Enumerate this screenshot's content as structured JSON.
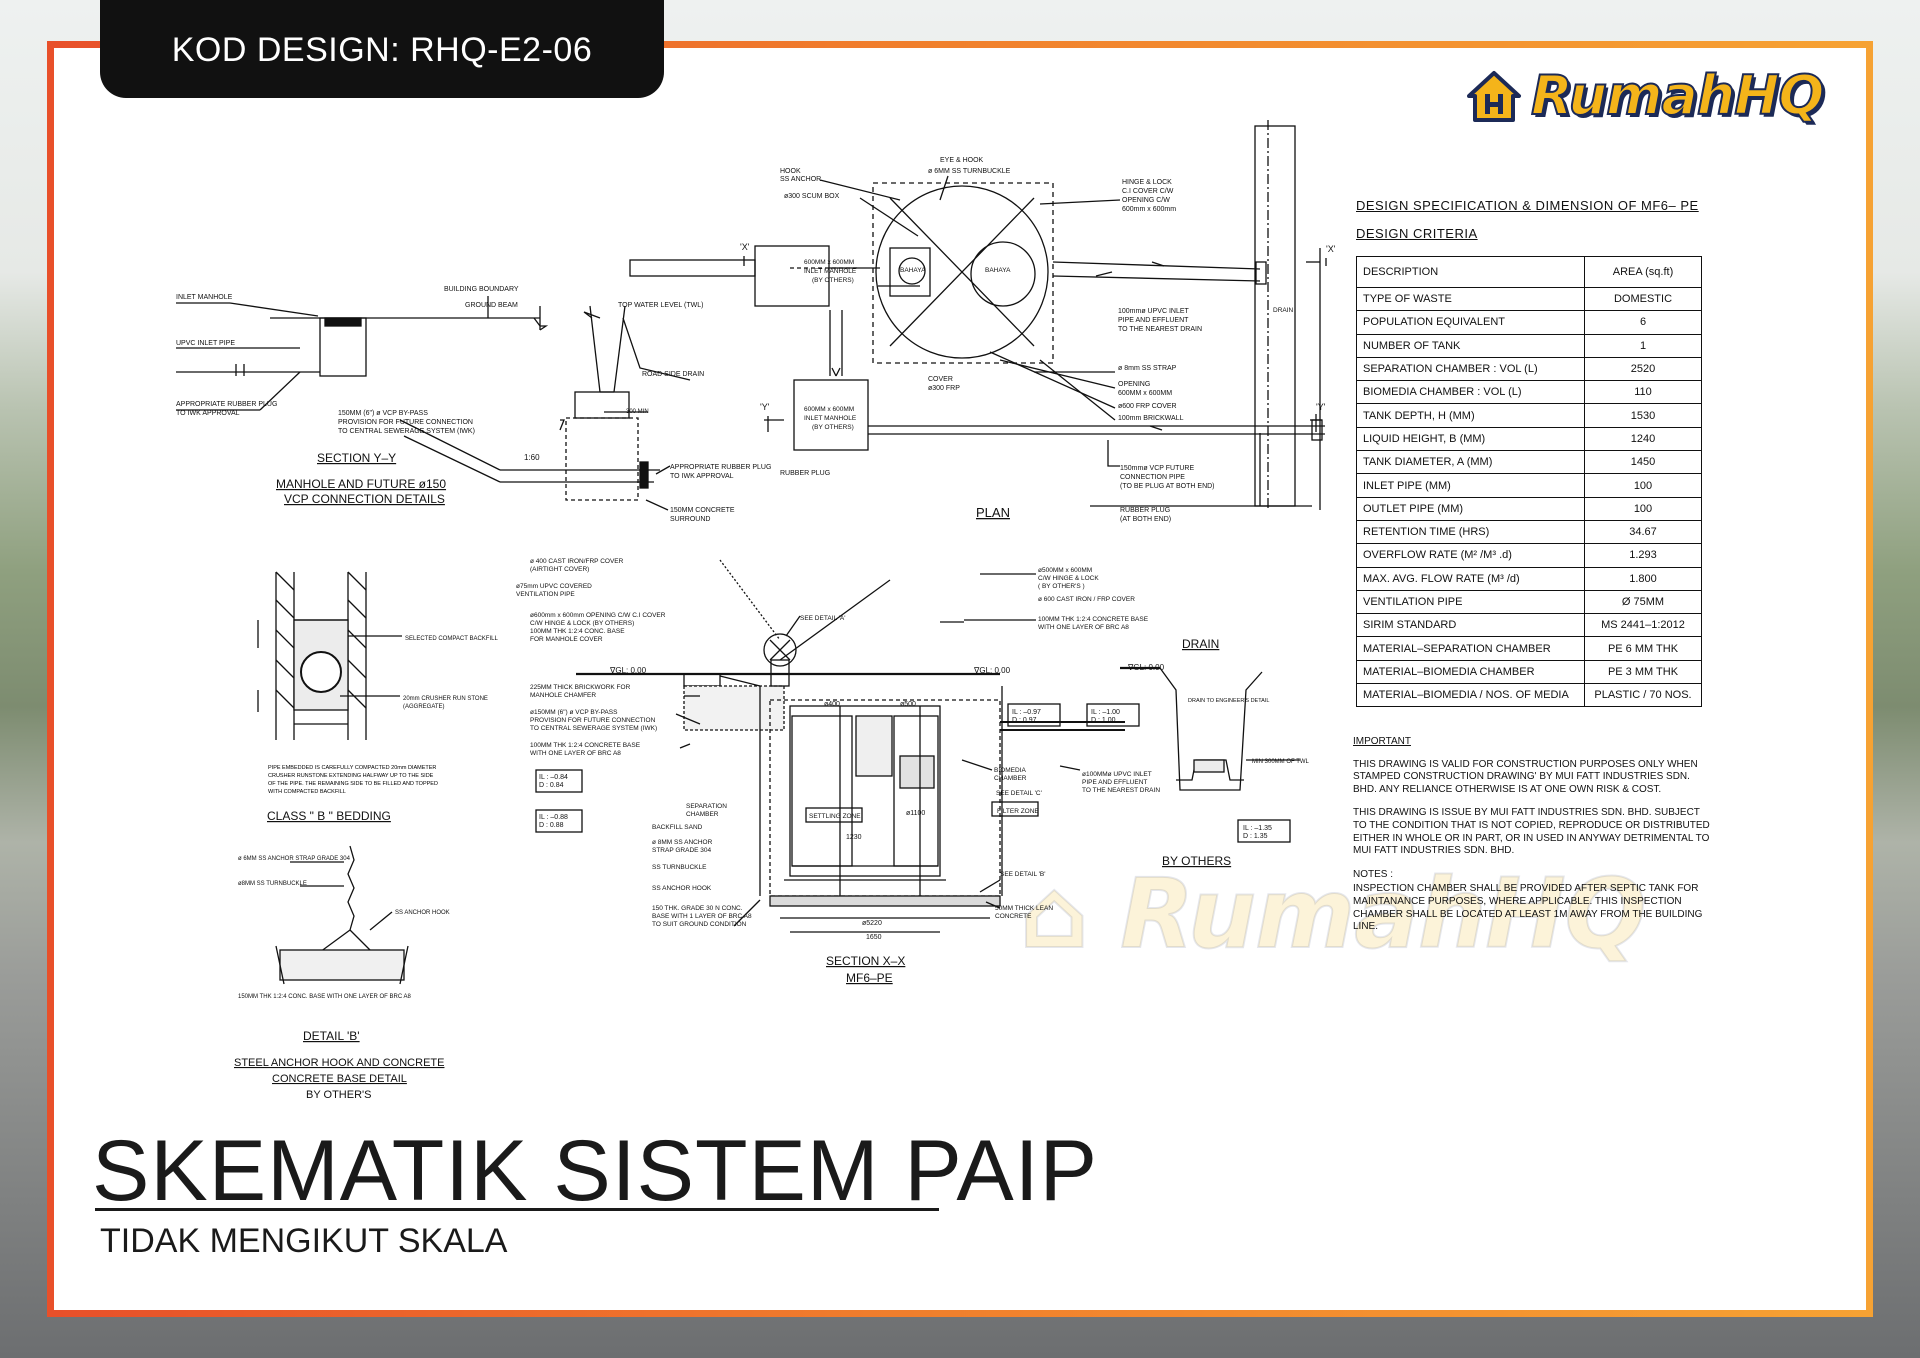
{
  "badge": {
    "text": "KOD DESIGN: RHQ-E2-06"
  },
  "logo": {
    "word1": "Rumah",
    "word2": "HQ"
  },
  "title": "SKEMATIK SISTEM PAIP",
  "subtitle": "TIDAK MENGIKUT SKALA",
  "spec": {
    "heading1": "DESIGN SPECIFICATION & DIMENSION OF MF6– PE",
    "heading2": "DESIGN CRITERIA",
    "header": [
      "DESCRIPTION",
      "AREA (sq.ft)"
    ],
    "rows": [
      [
        "TYPE OF WASTE",
        "DOMESTIC"
      ],
      [
        "POPULATION EQUIVALENT",
        "6"
      ],
      [
        "NUMBER OF TANK",
        "1"
      ],
      [
        "SEPARATION CHAMBER : VOL (L)",
        "2520"
      ],
      [
        "BIOMEDIA CHAMBER : VOL (L)",
        "110"
      ],
      [
        "TANK DEPTH, H (MM)",
        "1530"
      ],
      [
        "LIQUID HEIGHT, B (MM)",
        "1240"
      ],
      [
        "TANK DIAMETER, A (MM)",
        "1450"
      ],
      [
        "INLET PIPE (MM)",
        "100"
      ],
      [
        "OUTLET PIPE (MM)",
        "100"
      ],
      [
        "RETENTION TIME (HRS)",
        "34.67"
      ],
      [
        "OVERFLOW RATE (M² /M³ .d)",
        "1.293"
      ],
      [
        "MAX. AVG. FLOW RATE (M³ /d)",
        "1.800"
      ],
      [
        "VENTILATION PIPE",
        "Ø 75MM"
      ],
      [
        "SIRIM STANDARD",
        "MS 2441–1:2012"
      ],
      [
        "MATERIAL–SEPARATION CHAMBER",
        "PE 6 MM THK"
      ],
      [
        "MATERIAL–BIOMEDIA CHAMBER",
        "PE 3 MM THK"
      ],
      [
        "MATERIAL–BIOMEDIA / NOS. OF MEDIA",
        "PLASTIC / 70 NOS."
      ]
    ]
  },
  "notes": {
    "important_h": "IMPORTANT",
    "p1": "THIS DRAWING IS VALID FOR CONSTRUCTION PURPOSES ONLY WHEN STAMPED CONSTRUCTION DRAWING' BY MUI FATT INDUSTRIES SDN. BHD. ANY RELIANCE OTHERWISE IS AT ONE OWN RISK & COST.",
    "p2": "THIS DRAWING IS ISSUE BY MUI FATT INDUSTRIES SDN. BHD. SUBJECT TO THE CONDITION THAT IS NOT COPIED, REPRODUCE OR DISTRIBUTED EITHER IN WHOLE OR IN PART, OR IN USED IN ANYWAY DETRIMENTAL TO MUI FATT INDUSTRIES SDN. BHD.",
    "notes_h": "NOTES :",
    "p3": "INSPECTION CHAMBER SHALL BE PROVIDED AFTER SEPTIC TANK FOR MAINTANANCE PURPOSES, WHERE APPLICABLE. THIS INSPECTION CHAMBER SHALL BE LOCATED AT LEAST 1M AWAY FROM THE BUILDING LINE."
  },
  "labels": {
    "section_yy": "SECTION Y–Y",
    "manhole_1": "MANHOLE AND FUTURE ø150",
    "manhole_2": "VCP CONNECTION DETAILS",
    "inlet_manhole": "INLET MANHOLE",
    "upvc_inlet": "UPVC INLET PIPE",
    "rubber_plug_1": "APPROPRIATE RUBBER PLUG",
    "rubber_plug_2": "TO IWK APPROVAL",
    "building_boundary": "BUILDING BOUNDARY",
    "ground_beam": "GROUND BEAM",
    "top_water": "TOP WATER LEVEL (TWL)",
    "road_side": "ROAD SIDE DRAIN",
    "bypass_1": "150MM (6\") ø VCP BY-PASS",
    "bypass_2": "PROVISION FOR FUTURE CONNECTION",
    "bypass_3": "TO CENTRAL SEWERAGE SYSTEM (IWK)",
    "slope": "1:60",
    "dim_300": "300 MIN",
    "plug_iwk_1": "APPROPRIATE RUBBER PLUG",
    "plug_iwk_2": "TO IWK APPROVAL",
    "concrete_1": "150MM CONCRETE",
    "concrete_2": "SURROUND",
    "plan": "PLAN",
    "hook": "HOOK",
    "ss_anchor": "SS ANCHOR",
    "scum_box": "ø300 SCUM BOX",
    "eye_hook": "EYE & HOOK",
    "turnbuckle": "ø 6MM SS TURNBUCKLE",
    "hinge_1": "HINGE & LOCK",
    "hinge_2": "C.I COVER C/W",
    "hinge_3": "OPENING C/W",
    "hinge_4": "600mm x 600mm",
    "x_marker": "'X'",
    "y_marker": "'Y'",
    "mh_1a": "600MM x 600MM",
    "mh_1b": "INLET MANHOLE",
    "mh_1c": "(BY OTHERS)",
    "bahaya": "BAHAYA",
    "drain": "DRAIN",
    "upvc_1": "100mmø UPVC INLET",
    "upvc_2": "PIPE AND EFFLUENT",
    "upvc_3": "TO THE NEAREST DRAIN",
    "strap": "ø 8mm SS STRAP",
    "open_1": "OPENING",
    "open_2": "600MM x 600MM",
    "frp_cover": "ø600 FRP COVER",
    "brickwall": "100mm BRICKWALL",
    "cover_1": "COVER",
    "cover_2": "ø300 FRP",
    "rubber_plug": "RUBBER PLUG",
    "future_1": "150mmø VCP FUTURE",
    "future_2": "CONNECTION PIPE",
    "future_3": "(TO BE PLUG AT BOTH END)",
    "rplug_1": "RUBBER PLUG",
    "rplug_2": "(AT BOTH END)",
    "class_b": "CLASS \" B \" BEDDING",
    "compact": "SELECTED COMPACT BACKFILL",
    "crusher_1": "20mm CRUSHER RUN STONE",
    "crusher_2": "(AGGREGATE)",
    "bed_note": "PIPE EMBEDDED IS CAREFULLY COMPACTED 20mm DIAMETER CRUSHER RUNSTONE EXTENDING HALFWAY UP TO THE SIDE OF THE PIPE. THE REMAINING SIDE TO BE FILLED AND TOPPED WITH COMPACTED BACKFILL",
    "detail_b": "DETAIL 'B'",
    "anchor_1": "STEEL ANCHOR HOOK AND CONCRETE",
    "anchor_2": "CONCRETE BASE DETAIL",
    "anchor_3": "BY OTHER'S",
    "b_strap": "ø 6MM SS ANCHOR STRAP GRADE 304",
    "b_turn": "ø8MM SS TURNBUCKLE",
    "b_hook": "SS ANCHOR HOOK",
    "b_base": "150MM THK 1:2:4 CONC. BASE WITH ONE LAYER OF BRC A8",
    "section_xx": "SECTION X–X",
    "mf6": "MF6–PE",
    "x_cover_1": "ø 400 CAST IRON/FRP COVER",
    "x_cover_2": "(AIRTIGHT COVER)",
    "x_vent_1": "ø75mm UPVC COVERED",
    "x_vent_2": "VENTILATION PIPE",
    "x_open_1": "ø600mm x 600mm OPENING C/W C.I COVER",
    "x_open_2": "C/W HINGE & LOCK (BY OTHERS)",
    "x_open_3": "100MM THK 1:2:4 CONC. BASE",
    "x_open_4": "FOR MANHOLE COVER",
    "x_see_a": "SEE DETAIL 'A'",
    "x_mh_1": "ø500MM x 600MM",
    "x_mh_2": "C/W HINGE & LOCK",
    "x_mh_3": "( BY OTHER'S )",
    "x_mh_4": "ø 600 CAST IRON / FRP COVER",
    "x_base_1": "100MM THK 1:2:4 CONCRETE BASE",
    "x_base_2": "WITH ONE LAYER OF BRC A8",
    "x_brick_1": "225MM THICK BRICKWORK FOR",
    "x_brick_2": "MANHOLE CHAMFER",
    "x_by_1": "ø150MM (6\") ø VCP BY-PASS",
    "x_by_2": "PROVISION FOR FUTURE CONNECTION",
    "x_by_3": "TO CENTRAL SEWERAGE SYSTEM (IWK)",
    "x_cbase_1": "100MM THK 1:2:4 CONCRETE BASE",
    "x_cbase_2": "WITH ONE LAYER OF BRC A8",
    "gl": "∇GL: 0.00",
    "il_1": "IL : –0.84",
    "il_1b": "D : 0.84",
    "il_2": "IL : –0.88",
    "il_2b": "D : 0.88",
    "il_3": "IL : –0.97",
    "il_3b": "D : 0.97",
    "il_4": "IL : –1.00",
    "il_4b": "D : 1.00",
    "il_5": "IL : –1.35",
    "il_5b": "D : 1.35",
    "sep_1": "SEPARATION",
    "sep_2": "CHAMBER",
    "backfill": "BACKFILL SAND",
    "x_strap_1": "ø 8MM SS ANCHOR",
    "x_strap_2": "STRAP GRADE 304",
    "x_turn": "SS TURNBUCKLE",
    "x_hook": "SS ANCHOR HOOK",
    "x_grade_1": "150 THK. GRADE 30 N CONC.",
    "x_grade_2": "BASE WITH 1 LAYER OF BRC A8",
    "x_grade_3": "TO SUIT GROUND CONDITION",
    "settling": "SETTLING ZONE",
    "filter": "FILTER ZONE",
    "biomedia_1": "BIOMEDIA",
    "biomedia_2": "CHAMBER",
    "see_c": "SEE DETAIL 'C'",
    "see_b": "SEE DETAIL 'B'",
    "lean_1": "50MM THICK LEAN",
    "lean_2": "CONCRETE",
    "x_upvc_1": "ø100MMø UPVC INLET",
    "x_upvc_2": "PIPE AND EFFLUENT",
    "x_upvc_3": "TO THE NEAREST DRAIN",
    "dim_5220": "ø5220",
    "dim_1650": "1650",
    "dim_400": "ø400",
    "dim_500": "ø500",
    "dim_1230": "1230",
    "dim_1100": "ø1100",
    "drain_t": "DRAIN",
    "by_others": "BY OTHERS",
    "drain_eng": "DRAIN TO ENGINEER'S DETAIL",
    "min_twl": "MIN 300MM OF TWL"
  }
}
